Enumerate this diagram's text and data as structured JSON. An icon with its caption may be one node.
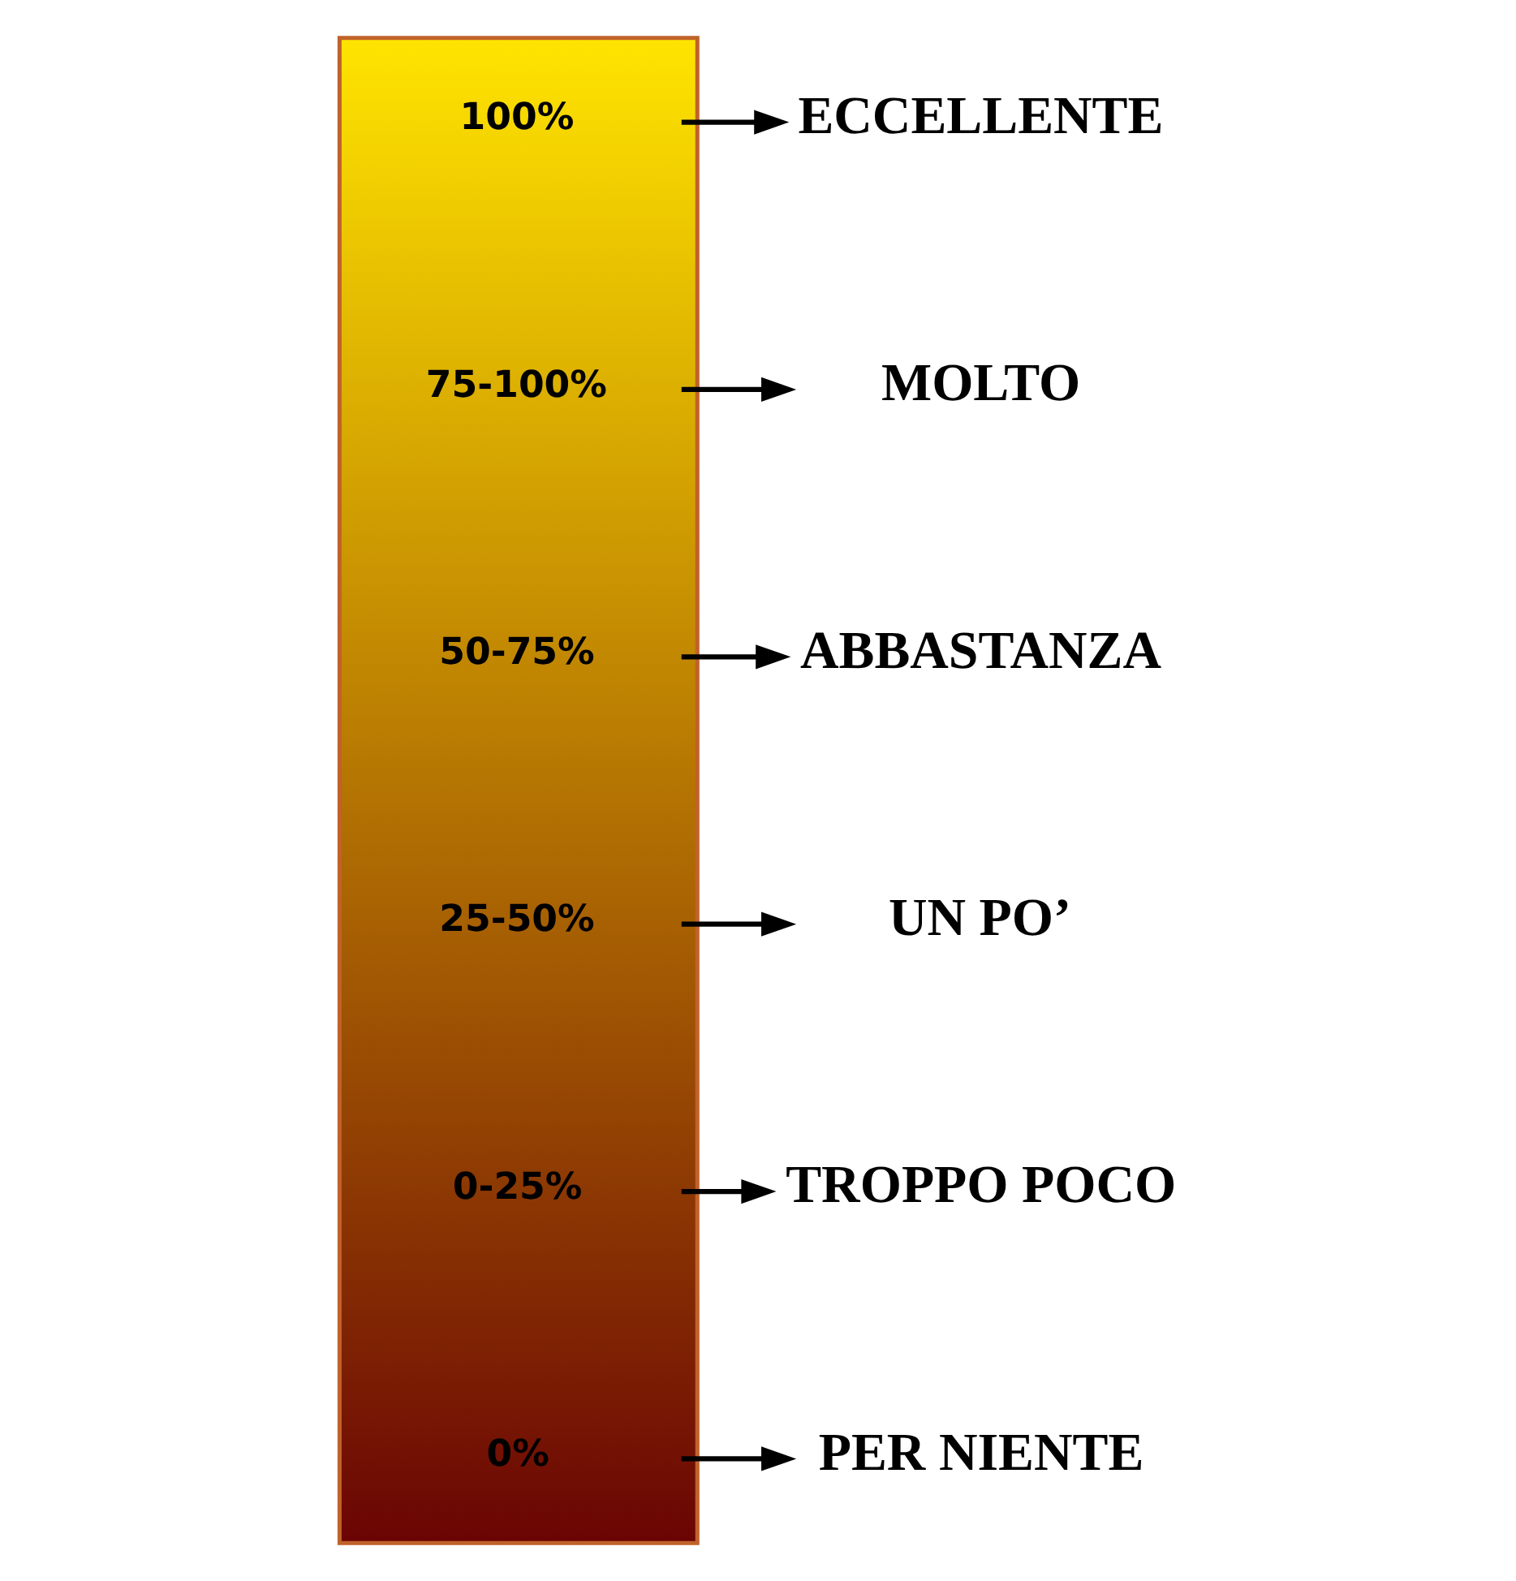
{
  "diagram": {
    "nodes": [
      {
        "text": [],
        "shape": "bar"
      },
      {
        "text": [
          "100%"
        ],
        "in": 0
      },
      {
        "text": [
          "75-100%"
        ],
        "in": 0
      },
      {
        "text": [
          "50-75%"
        ],
        "in": 0
      },
      {
        "text": [
          "25-50%"
        ],
        "in": 0
      },
      {
        "text": [
          "0-25%"
        ],
        "in": 0
      },
      {
        "text": [
          "0%"
        ],
        "in": 0
      },
      {
        "text": [
          "ECCELLENTE"
        ]
      },
      {
        "text": [
          "MOLTO"
        ]
      },
      {
        "text": [
          "ABBASTANZA"
        ]
      },
      {
        "text": [
          "UN PO’"
        ]
      },
      {
        "text": [
          "TROPPO POCO"
        ]
      },
      {
        "text": [
          "PER NIENTE"
        ]
      }
    ],
    "edges": [
      {
        "from": 1,
        "to": 7,
        "arrow": "to"
      },
      {
        "from": 2,
        "to": 8,
        "arrow": "to"
      },
      {
        "from": 3,
        "to": 9,
        "arrow": "to"
      },
      {
        "from": 4,
        "to": 10,
        "arrow": "to"
      },
      {
        "from": 5,
        "to": 11,
        "arrow": "to"
      },
      {
        "from": 6,
        "to": 12,
        "arrow": "to"
      }
    ]
  }
}
